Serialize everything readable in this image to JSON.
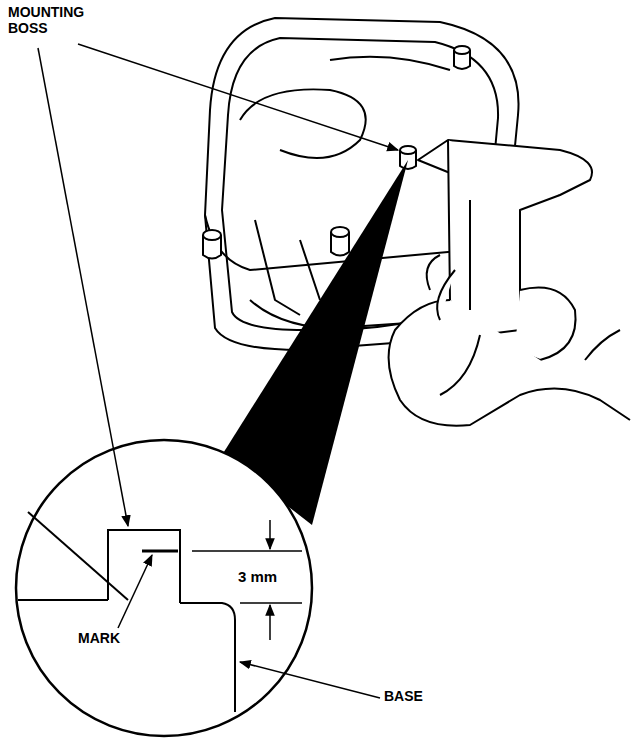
{
  "diagram": {
    "labels": [
      "MOUNTING BOSS",
      "3 mm",
      "MARK",
      "BASE"
    ]
  }
}
